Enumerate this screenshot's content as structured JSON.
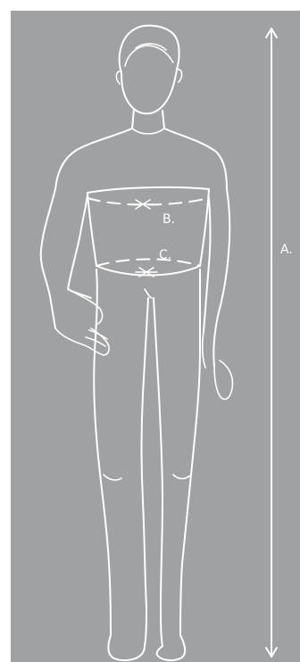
{
  "background_color": "#a0a1a3",
  "line_color": "#ffffff",
  "labels": {
    "height": "A.",
    "chest": "B.",
    "waist": "C."
  }
}
